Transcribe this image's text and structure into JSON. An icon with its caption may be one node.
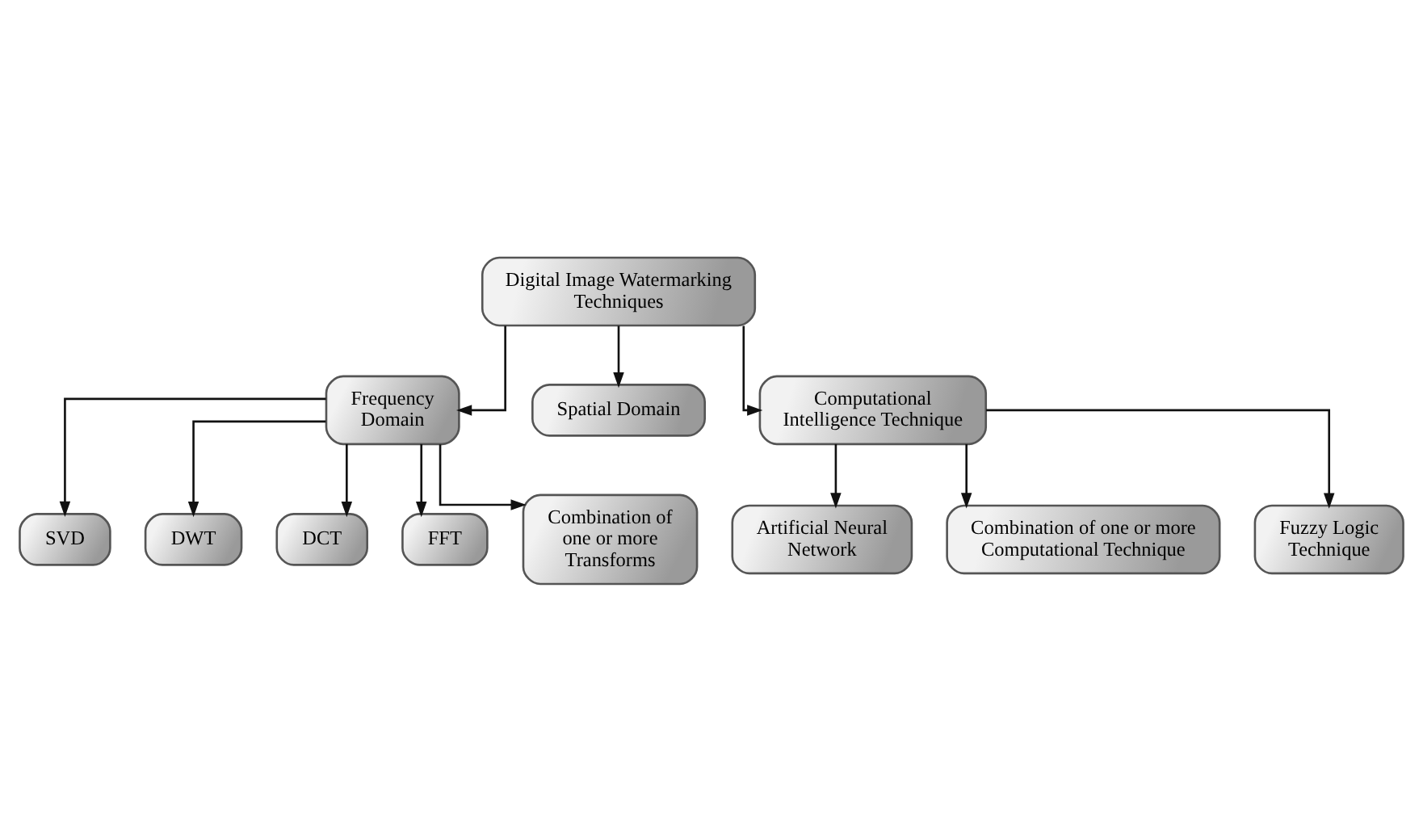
{
  "diagram": {
    "nodes": [
      {
        "text": [
          "Digital Image Watermarking Techniques"
        ]
      },
      {
        "text": [
          "Frequency Domain"
        ]
      },
      {
        "text": [
          "Spatial Domain"
        ]
      },
      {
        "text": [
          "Computational Intelligence Technique"
        ]
      },
      {
        "text": [
          "SVD"
        ]
      },
      {
        "text": [
          "DWT"
        ]
      },
      {
        "text": [
          "DCT"
        ]
      },
      {
        "text": [
          "FFT"
        ]
      },
      {
        "text": [
          "Combination of one or more Transforms"
        ]
      },
      {
        "text": [
          "Artificial Neural Network"
        ]
      },
      {
        "text": [
          "Combination of one or more Computational Technique"
        ]
      },
      {
        "text": [
          "Fuzzy Logic Technique"
        ]
      }
    ],
    "edges": [
      {
        "from": 0,
        "to": 1,
        "arrow": "to"
      },
      {
        "from": 0,
        "to": 2,
        "arrow": "to"
      },
      {
        "from": 0,
        "to": 3,
        "arrow": "to"
      },
      {
        "from": 1,
        "to": 4,
        "arrow": "to"
      },
      {
        "from": 1,
        "to": 5,
        "arrow": "to"
      },
      {
        "from": 1,
        "to": 6,
        "arrow": "to"
      },
      {
        "from": 1,
        "to": 7,
        "arrow": "to"
      },
      {
        "from": 1,
        "to": 8,
        "arrow": "to"
      },
      {
        "from": 3,
        "to": 9,
        "arrow": "to"
      },
      {
        "from": 3,
        "to": 10,
        "arrow": "to"
      },
      {
        "from": 3,
        "to": 11,
        "arrow": "to"
      }
    ]
  }
}
